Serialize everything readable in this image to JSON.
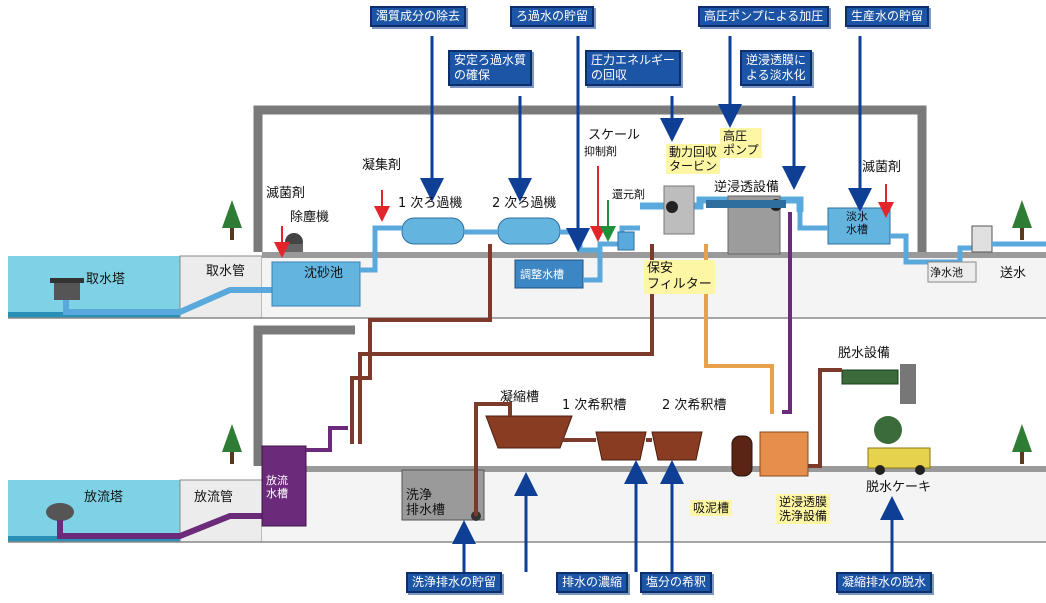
{
  "callouts": {
    "turbidity_removal": "濁質成分の除去",
    "filtered_water_storage": "ろ過水の貯留",
    "high_pressure_pumping": "高圧ポンプによる加圧",
    "product_water_storage": "生産水の貯留",
    "stable_filtered_quality_1": "安定ろ過水質",
    "stable_filtered_quality_2": "の確保",
    "pressure_energy_recovery_1": "圧力エネルギー",
    "pressure_energy_recovery_2": "の回収",
    "ro_desalination_1": "逆浸透膜に",
    "ro_desalination_2": "よる淡水化",
    "wash_drain_storage": "洗浄排水の貯留",
    "drain_concentration": "排水の濃縮",
    "salt_dilution": "塩分の希釈",
    "thickened_drain_dewatering": "凝縮排水の脱水"
  },
  "labels": {
    "intake_tower": "取水塔",
    "intake_pipe": "取水管",
    "disinfectant_left": "滅菌剤",
    "dust_remover": "除塵機",
    "settling_pond": "沈砂池",
    "coagulant": "凝集剤",
    "first_filter": "1 次ろ過機",
    "second_filter": "2 次ろ過機",
    "adjustment_tank": "調整水槽",
    "scale_inhibitor_1": "スケール",
    "scale_inhibitor_2": "抑制剤",
    "reducing_agent": "還元剤",
    "power_recovery_turbine_1": "動力回収",
    "power_recovery_turbine_2": "タービン",
    "high_pressure_pump_1": "高圧",
    "high_pressure_pump_2": "ポンプ",
    "ro_equipment": "逆浸透設備",
    "safety_filter_1": "保安",
    "safety_filter_2": "フィルター",
    "fresh_water_tank_1": "淡水",
    "fresh_water_tank_2": "水槽",
    "disinfectant_right": "滅菌剤",
    "clean_water_tank": "浄水池",
    "water_supply": "送水",
    "discharge_tower": "放流塔",
    "discharge_pipe": "放流管",
    "discharge_tank_1": "放流",
    "discharge_tank_2": "水槽",
    "wash_drain_tank_1": "洗浄",
    "wash_drain_tank_2": "排水槽",
    "thickening_tank": "凝縮槽",
    "first_dilution_tank": "1 次希釈槽",
    "second_dilution_tank": "2 次希釈槽",
    "sludge_tank": "吸泥槽",
    "ro_membrane_washing_1": "逆浸透膜",
    "ro_membrane_washing_2": "洗浄設備",
    "dewatering_equipment": "脱水設備",
    "dewatered_cake": "脱水ケーキ"
  },
  "colors": {
    "sea": "#7fd2e6",
    "sea_dark": "#2a8fb5",
    "pipe_blue": "#5aa9dc",
    "pipe_brown": "#7b3a2a",
    "pipe_purple": "#6b2a7a",
    "pipe_orange": "#e9a04a",
    "callout_bg": "#1d55a6",
    "label_yellow": "#fdf6a4",
    "ground_gray": "#c9c9c9",
    "tank_blue": "#64b4e0",
    "sludge_brown": "#8a3c22",
    "arrow_red": "#e3242b",
    "arrow_green": "#1f8f3a",
    "arrow_blue": "#0f3f94"
  }
}
